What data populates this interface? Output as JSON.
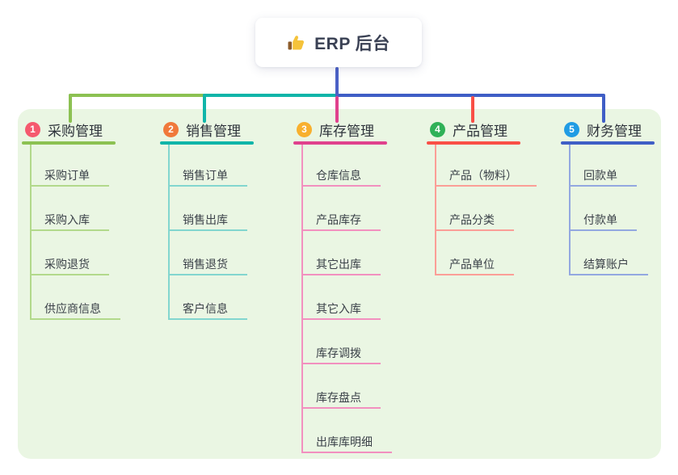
{
  "root": {
    "label": "ERP 后台",
    "icon": "thumbs-up-icon",
    "icon_color": "#f5c33b",
    "icon_cuff_color": "#8d5c2b"
  },
  "canvas": {
    "panel_bg": "#eaf6e3",
    "trunk_color": "#4b61c6"
  },
  "branches": [
    {
      "number": "1",
      "label": "采购管理",
      "badge_color": "#f5596e",
      "line_color": "#8cc152",
      "light_color": "#b2d98b",
      "children": [
        "采购订单",
        "采购入库",
        "采购退货",
        "供应商信息"
      ]
    },
    {
      "number": "2",
      "label": "销售管理",
      "badge_color": "#f0793b",
      "line_color": "#10b5a9",
      "light_color": "#82d6cf",
      "children": [
        "销售订单",
        "销售出库",
        "销售退货",
        "客户信息"
      ]
    },
    {
      "number": "3",
      "label": "库存管理",
      "badge_color": "#f8b02e",
      "line_color": "#e0418d",
      "light_color": "#f290bf",
      "children": [
        "仓库信息",
        "产品库存",
        "其它出库",
        "其它入库",
        "库存调拨",
        "库存盘点",
        "出库库明细"
      ]
    },
    {
      "number": "4",
      "label": "产品管理",
      "badge_color": "#2fb157",
      "line_color": "#f94f46",
      "light_color": "#fb9e97",
      "children": [
        "产品（物料）",
        "产品分类",
        "产品单位"
      ]
    },
    {
      "number": "5",
      "label": "财务管理",
      "badge_color": "#209ce4",
      "line_color": "#3f5ec6",
      "light_color": "#93a8e0",
      "children": [
        "回款单",
        "付款单",
        "结算账户"
      ]
    }
  ]
}
